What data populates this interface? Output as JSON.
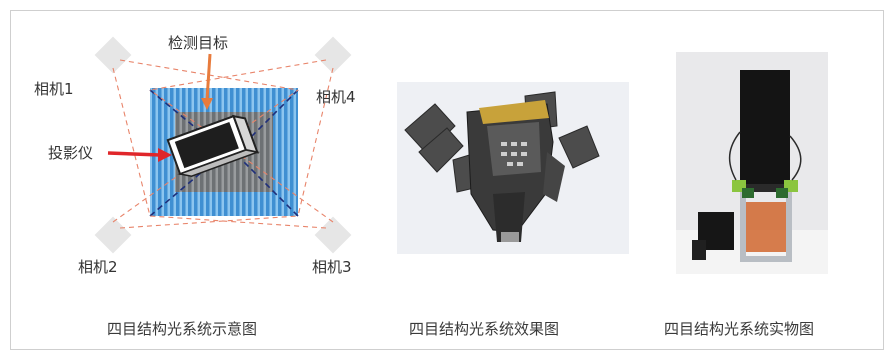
{
  "schematic": {
    "target_label": "检测目标",
    "projector_label": "投影仪",
    "camera1": "相机1",
    "camera2": "相机2",
    "camera3": "相机3",
    "camera4": "相机4",
    "caption": "四目结构光系统示意图"
  },
  "render_panel": {
    "caption": "四目结构光系统效果图"
  },
  "photo_panel": {
    "caption": "四目结构光系统实物图"
  },
  "colors": {
    "stripe_blue": "#3f8fd2",
    "stripe_light": "#8cc5ef",
    "arrow_orange": "#e87b3c",
    "arrow_red": "#e0262a",
    "dashed_red": "#e8846a",
    "dashed_navy": "#1f2f7a"
  }
}
